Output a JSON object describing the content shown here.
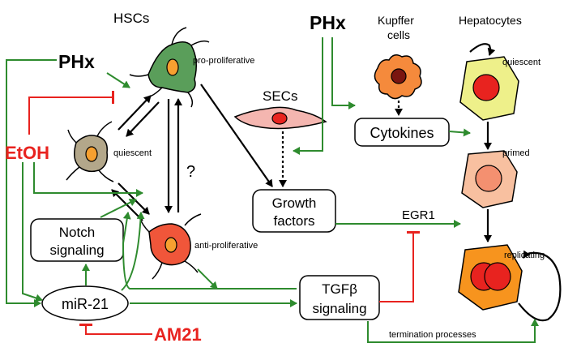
{
  "labels": {
    "hscs": "HSCs",
    "phx_left": "PHx",
    "phx_top": "PHx",
    "etoh": "EtOH",
    "am21": "AM21",
    "pro_proliferative": "pro-proliferative",
    "quiescent_hsc": "quiescent",
    "anti_proliferative": "anti-proliferative",
    "question": "?",
    "secs": "SECs",
    "kupffer_line1": "Kupffer",
    "kupffer_line2": "cells",
    "hepatocytes": "Hepatocytes",
    "hep_quiescent": "quiescent",
    "hep_primed": "primed",
    "hep_replicating": "replicating",
    "cytokines": "Cytokines",
    "growth_factors_line1": "Growth",
    "growth_factors_line2": "factors",
    "notch_line1": "Notch",
    "notch_line2": "signaling",
    "mir21": "miR-21",
    "tgfb_line1": "TGFβ",
    "tgfb_line2": "signaling",
    "egr1": "EGR1",
    "termination": "termination processes"
  },
  "colors": {
    "activate": "#2e8b2e",
    "inhibit": "#e8231f",
    "etoh_text": "#e8231f",
    "am21_text": "#e8231f",
    "hsc_pro": "#5a9e5a",
    "hsc_quiescent": "#b3a78a",
    "hsc_anti": "#f0563a",
    "nucleus_orange": "#f7a030",
    "sec_body": "#f4b6b0",
    "sec_nucleus": "#e8231f",
    "kupffer_body": "#f58a3c",
    "kupffer_nucleus": "#7a1510",
    "hep_quiescent_fill": "#eef08a",
    "hep_primed_fill": "#f8c0a0",
    "hep_replicating_fill": "#f7941e",
    "hep_nucleus": "#e8231f"
  },
  "icons": [
    "hsc-pro-proliferative-cell",
    "hsc-quiescent-cell",
    "hsc-anti-proliferative-cell",
    "sec-cell",
    "kupffer-cell",
    "hepatocyte-quiescent",
    "hepatocyte-primed",
    "hepatocyte-replicating"
  ]
}
